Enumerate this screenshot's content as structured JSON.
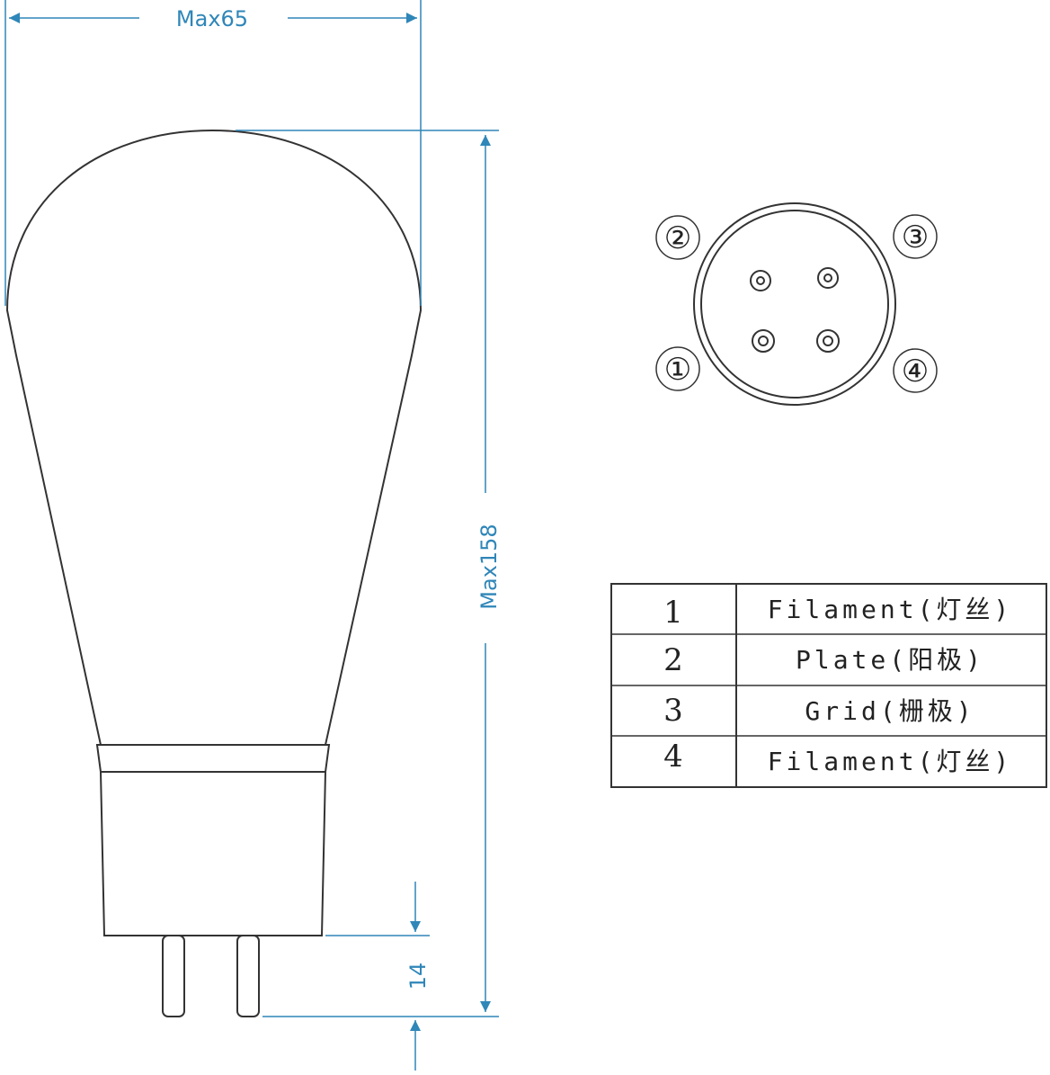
{
  "dimensions": {
    "width_label": "Max65",
    "height_label": "Max158",
    "pin_length_label": "14"
  },
  "pin_diagram": {
    "labels": [
      "②",
      "③",
      "①",
      "④"
    ]
  },
  "pin_table": {
    "rows": [
      {
        "num": "1",
        "name": "Filament(灯丝)"
      },
      {
        "num": "2",
        "name": "Plate(阳极)"
      },
      {
        "num": "3",
        "name": "Grid(栅极)"
      },
      {
        "num": "4",
        "name": "Filament(灯丝)"
      }
    ]
  },
  "colors": {
    "dimension": "#2f86b8",
    "outline": "#333333"
  }
}
